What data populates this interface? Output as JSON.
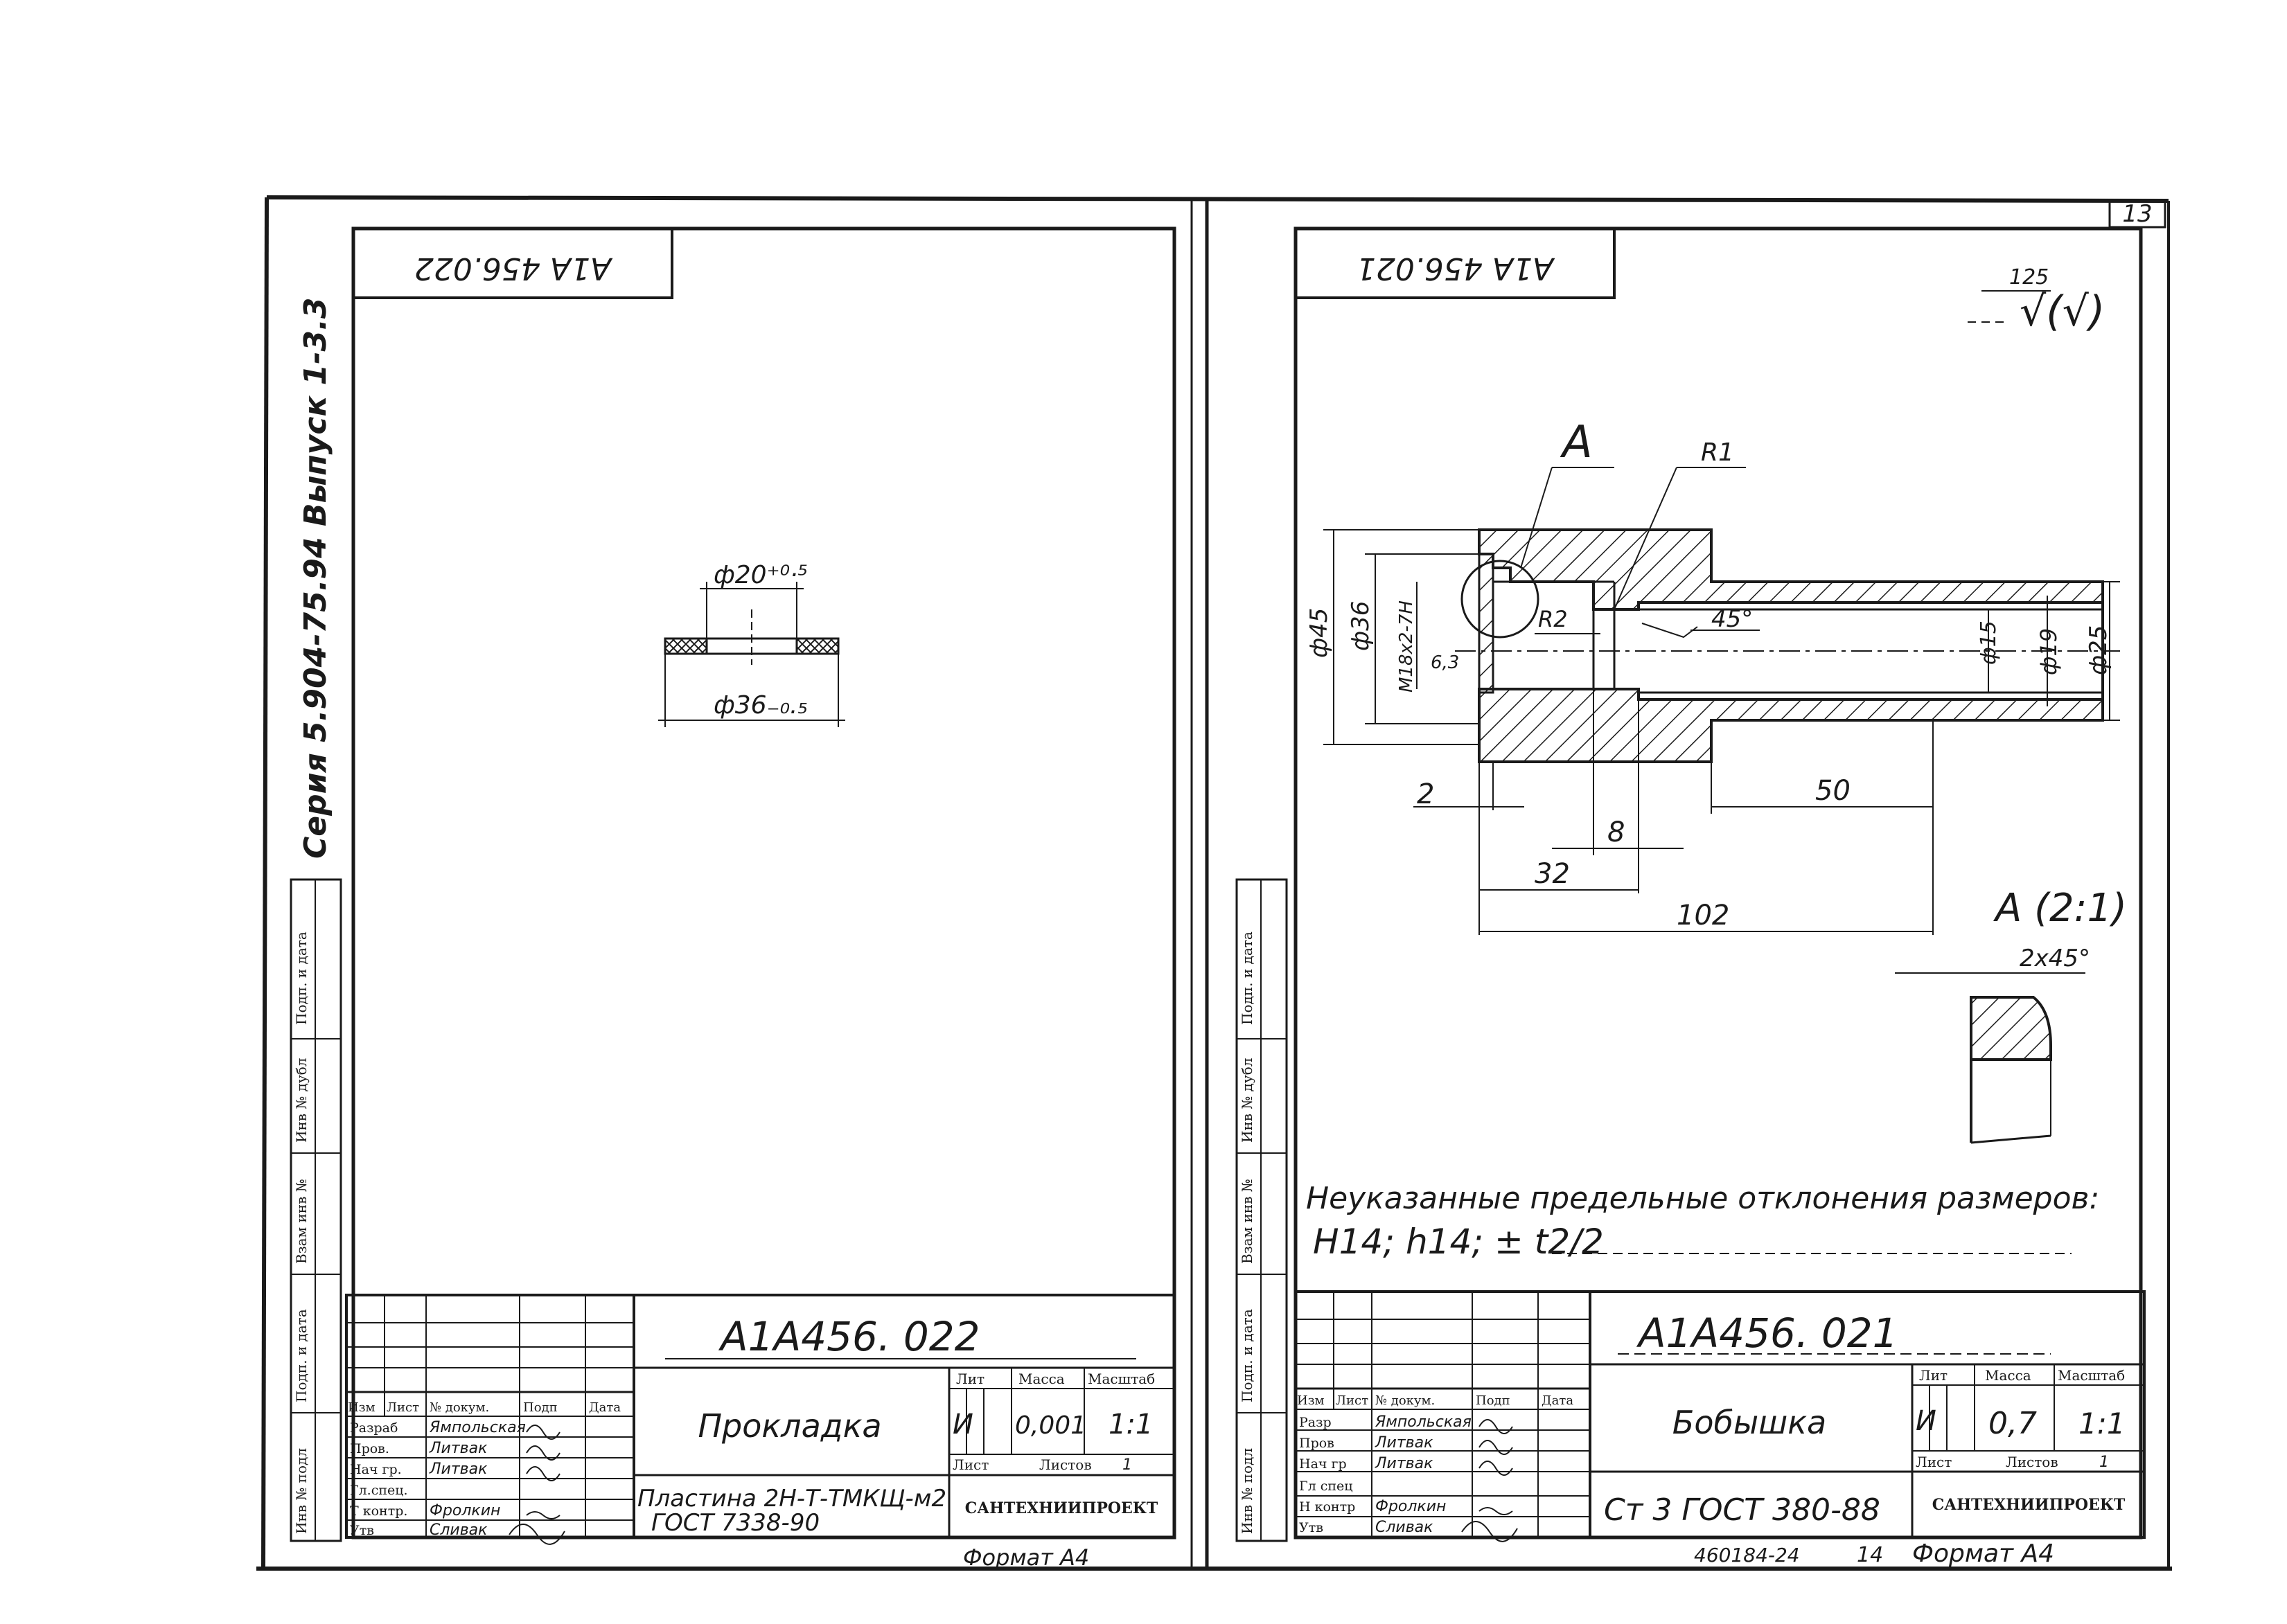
{
  "sheet_number": "13",
  "series": "Серия 5.904-75.94 Выпуск 1-3.3",
  "side_labels": {
    "podp_i_data": "Подп. и дата",
    "inv_dubl": "Инв № дубл",
    "vzam_inv": "Взам инв №",
    "podp_i_data_2": "Подп. и дата",
    "inv_podl": "Инв № подл"
  },
  "left": {
    "top_code": "А1А 456.022",
    "dim_inner": "ф20⁺⁰·⁵",
    "dim_outer": "ф36₋₀.₅",
    "title_code": "А1А456. 022",
    "part_name": "Прокладка",
    "material_1": "Пластина 2Н-Т-ТМКЩ-м2",
    "material_2": "ГОСТ 7338-90",
    "lit": "И",
    "mass": "0,001",
    "scale": "1:1",
    "org": "САНТЕХНИИПРОЕКТ",
    "sheets_label": "Листов",
    "sheets_value": "1",
    "format": "Формат А4",
    "headers": {
      "izm": "Изм",
      "list": "Лист",
      "doc": "№ докум.",
      "podp": "Подп",
      "data": "Дата",
      "lit": "Лит",
      "mass": "Масса",
      "scale": "Масштаб",
      "sheet": "Лист"
    },
    "roles": [
      "Разраб",
      "Пров.",
      "Нач гр.",
      "Гл.спец.",
      "Т контр.",
      "Утв"
    ],
    "names": [
      "Ямпольская",
      "Литвак",
      "Литвак",
      "",
      "Фролкин",
      "Сливак"
    ]
  },
  "right": {
    "top_code": "А1А 456.021",
    "roughness": "125",
    "roughness_sym": "√(√)",
    "label_A": "А",
    "label_R1": "R1",
    "label_R2": "R2",
    "angle": "45°",
    "d45": "ф45",
    "d36": "ф36",
    "thread": "М18х2-7Н",
    "d15": "ф15",
    "d19": "ф19",
    "d25": "ф25",
    "chamfer_63": "6,3",
    "dim_2": "2",
    "dim_8": "8",
    "dim_32": "32",
    "dim_50": "50",
    "dim_102": "102",
    "detail_title": "А (2:1)",
    "detail_chamfer": "2х45°",
    "note_1": "Неуказанные предельные отклонения размеров:",
    "note_2": "Н14; h14; ± t2/2",
    "title_code": "А1А456. 021",
    "part_name": "Бобышка",
    "material": "Ст 3 ГОСТ 380-88",
    "lit": "И",
    "mass": "0,7",
    "scale": "1:1",
    "org": "САНТЕХНИИПРОЕКТ",
    "sheets_label": "Листов",
    "sheets_value": "1",
    "bottom_note": "460184-24",
    "sheet_no": "14",
    "format": "Формат А4",
    "headers": {
      "izm": "Изм",
      "list": "Лист",
      "doc": "№ докум.",
      "podp": "Подп",
      "data": "Дата",
      "lit": "Лит",
      "mass": "Масса",
      "scale": "Масштаб",
      "sheet": "Лист"
    },
    "roles": [
      "Разр",
      "Пров",
      "Нач гр",
      "Гл спец",
      "Н контр",
      "Утв"
    ],
    "names": [
      "Ямпольская",
      "Литвак",
      "Литвак",
      "",
      "Фролкин",
      "Сливак"
    ]
  }
}
